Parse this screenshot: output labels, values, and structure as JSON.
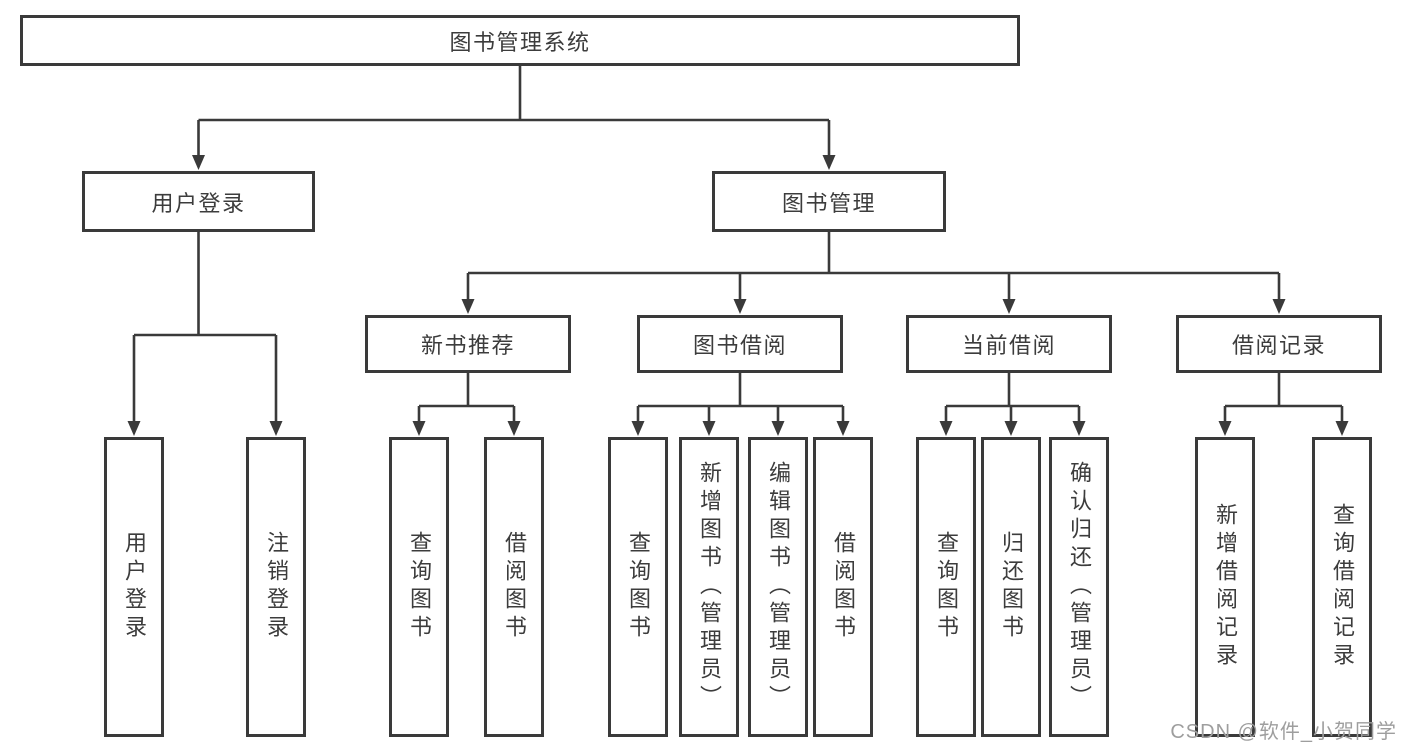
{
  "diagram": {
    "title": "图书管理系统",
    "root": "图书管理系统",
    "branches": {
      "user_login": "用户登录",
      "book_mgmt": "图书管理"
    },
    "modules": {
      "new_books": "新书推荐",
      "book_borrow": "图书借阅",
      "current_borrow": "当前借阅",
      "borrow_records": "借阅记录"
    },
    "leaves": {
      "user_login": [
        "用户登录",
        "注销登录"
      ],
      "new_books": [
        "查询图书",
        "借阅图书"
      ],
      "book_borrow": [
        "查询图书",
        "新增图书（管理员）",
        "编辑图书（管理员）",
        "借阅图书"
      ],
      "current_borrow": [
        "查询图书",
        "归还图书",
        "确认归还（管理员）"
      ],
      "borrow_records": [
        "新增借阅记录",
        "查询借阅记录"
      ]
    },
    "watermark": "CSDN @软件_小贺同学",
    "colors": {
      "line": "#3a3a3a",
      "text": "#3c3c3c",
      "background": "#ffffff",
      "watermark": "#9e9e9e"
    }
  }
}
